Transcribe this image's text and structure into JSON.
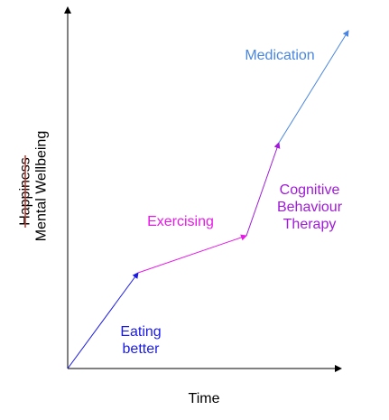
{
  "axes": {
    "x_label": "Time",
    "y_label_struck": "Happiness",
    "y_label": "Mental Wellbeing"
  },
  "segments": [
    {
      "id": "eating",
      "label_lines": [
        "Eating",
        "better"
      ],
      "color": "#1a1ae6"
    },
    {
      "id": "exercising",
      "label_lines": [
        "Exercising"
      ],
      "color": "#e61ae6"
    },
    {
      "id": "cbt",
      "label_lines": [
        "Cognitive",
        "Behaviour",
        "Therapy"
      ],
      "color": "#a01ad9"
    },
    {
      "id": "medication",
      "label_lines": [
        "Medication"
      ],
      "color": "#4a86e0"
    }
  ],
  "colors": {
    "axis": "#000000",
    "strike": "#c0392b"
  }
}
